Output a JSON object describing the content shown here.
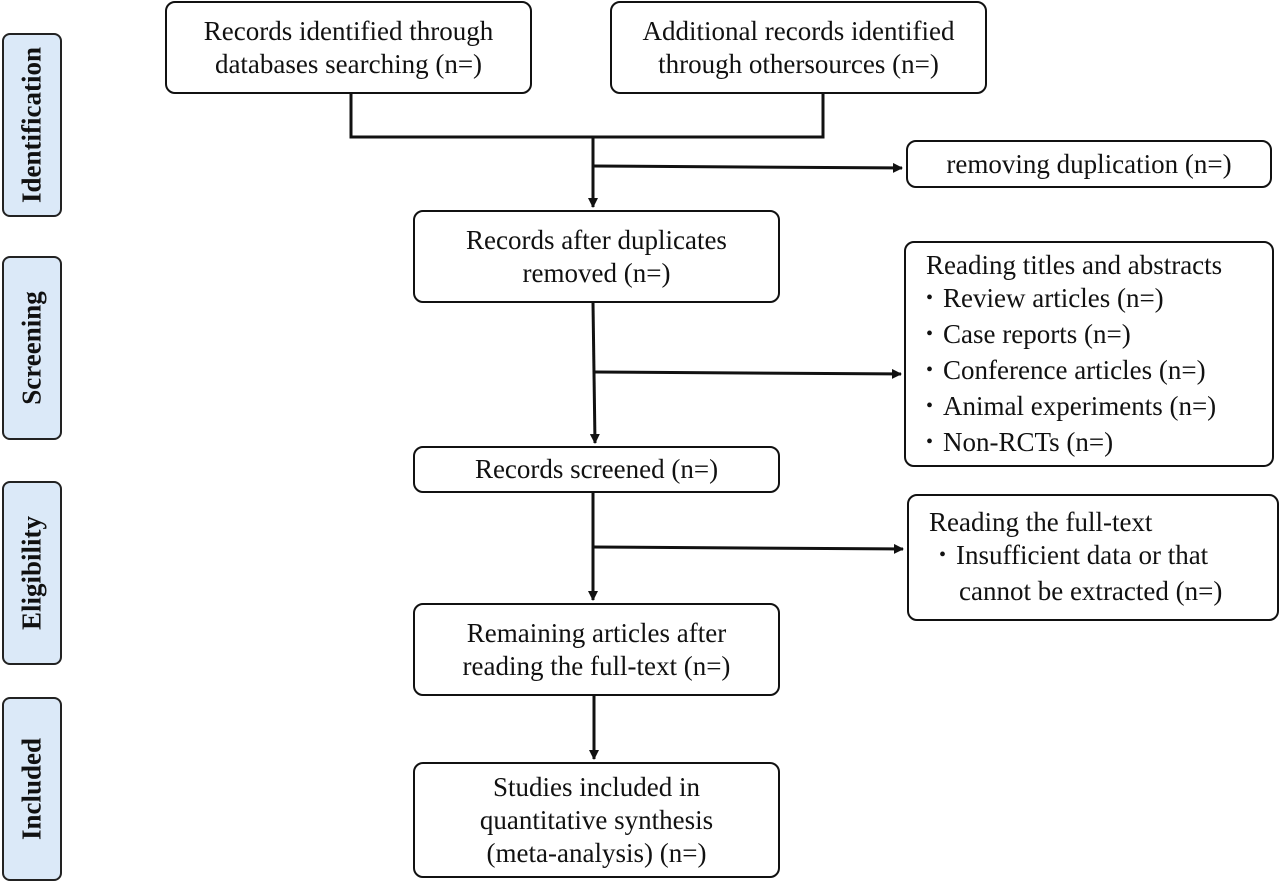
{
  "stages": {
    "identification": "Identification",
    "screening": "Screening",
    "eligibility": "Eligibility",
    "included": "Included"
  },
  "boxes": {
    "databases": [
      "Records identified through",
      "databases searching (n=)"
    ],
    "other_sources": [
      "Additional records identified",
      "through othersources (n=)"
    ],
    "removing_duplication": "removing duplication (n=)",
    "after_duplicates": [
      "Records after duplicates",
      "removed (n=)"
    ],
    "screened": "Records screened (n=)",
    "remaining": [
      "Remaining articles after",
      "reading the full-text (n=)"
    ],
    "included": [
      "Studies included in",
      "quantitative synthesis",
      "(meta-analysis) (n=)"
    ]
  },
  "exclusions": {
    "screening": {
      "heading": "Reading titles and abstracts",
      "items": [
        "Review articles (n=)",
        "Case reports (n=)",
        "Conference articles (n=)",
        "Animal experiments (n=)",
        "Non-RCTs (n=)"
      ]
    },
    "eligibility": {
      "heading": "Reading the full-text",
      "items": [
        "Insufficient data or that cannot be extracted (n=)"
      ]
    }
  },
  "colors": {
    "stage_fill": "#dbe9f8",
    "line": "#111111"
  }
}
